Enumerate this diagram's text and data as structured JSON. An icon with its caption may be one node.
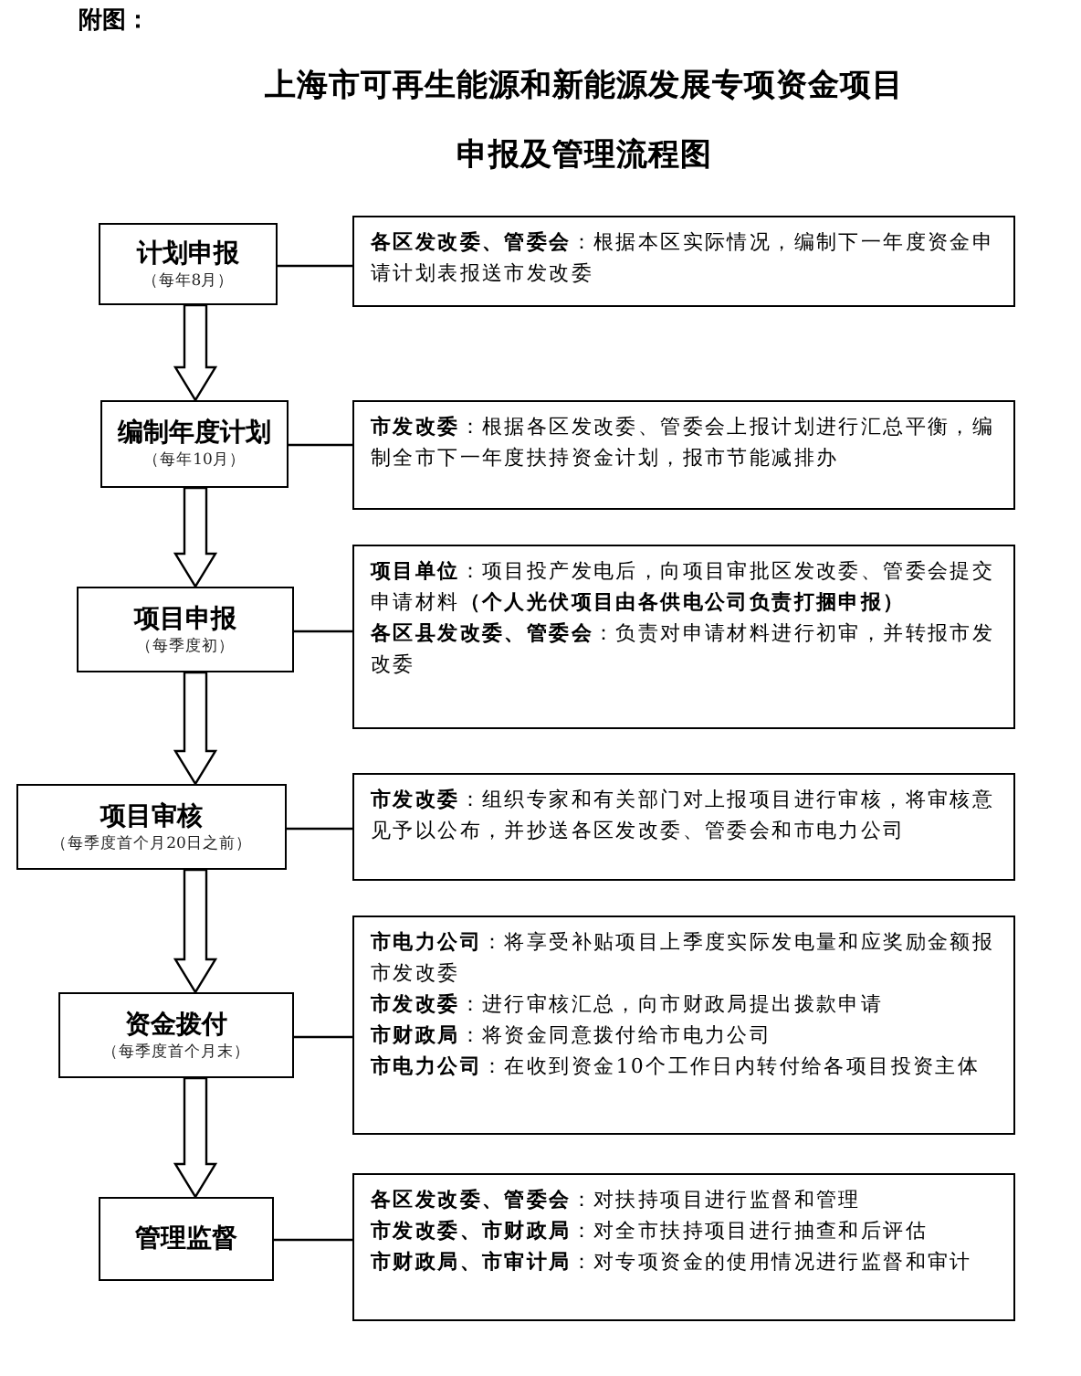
{
  "diagram": {
    "title": "上海市可再生能源和新能源发展专项资金项目申报及管理流程图",
    "nodes": [
      {
        "text": [
          "计划申报",
          "（每年8月）"
        ]
      },
      {
        "text": [
          "编制年度计划",
          "（每年10月）"
        ]
      },
      {
        "text": [
          "项目申报",
          "（每季度初）"
        ]
      },
      {
        "text": [
          "项目审核",
          "（每季度首个月20日之前）"
        ]
      },
      {
        "text": [
          "资金拨付",
          "（每季度首个月末）"
        ]
      },
      {
        "text": [
          "管理监督"
        ]
      },
      {
        "text": [
          "**各区发改委、管委会**：根据本区实际情况，编制下一年度资金申请计划表报送市发改委"
        ]
      },
      {
        "text": [
          "**市发改委**：根据各区发改委、管委会上报计划进行汇总平衡，编制全市下一年度扶持资金计划，报市节能减排办"
        ]
      },
      {
        "text": [
          "**项目单位**：项目投产发电后，向项目审批区发改委、管委会提交申请材料**（个人光伏项目由各供电公司负责打捆申报）**",
          "**各区县发改委、管委会**：负责对申请材料进行初审，并转报市发改委"
        ]
      },
      {
        "text": [
          "**市发改委**：组织专家和有关部门对上报项目进行审核，将审核意见予以公布，并抄送各区发改委、管委会和市电力公司"
        ]
      },
      {
        "text": [
          "**市电力公司**：将享受补贴项目上季度实际发电量和应奖励金额报市发改委",
          "**市发改委**：进行审核汇总，向市财政局提出拨款申请",
          "**市财政局**：将资金同意拨付给市电力公司",
          "**市电力公司**：在收到资金10个工作日内转付给各项目投资主体"
        ]
      },
      {
        "text": [
          "**各区发改委、管委会**：对扶持项目进行监督和管理",
          "**市发改委、市财政局**：对全市扶持项目进行抽查和后评估",
          "**市财政局、市审计局**：对专项资金的使用情况进行监督和审计"
        ]
      }
    ],
    "edges": [
      {
        "from": 0,
        "to": 1,
        "arrow": "to"
      },
      {
        "from": 1,
        "to": 2,
        "arrow": "to"
      },
      {
        "from": 2,
        "to": 3,
        "arrow": "to"
      },
      {
        "from": 3,
        "to": 4,
        "arrow": "to"
      },
      {
        "from": 4,
        "to": 5,
        "arrow": "to"
      },
      {
        "from": 0,
        "to": 6,
        "arrow": "none"
      },
      {
        "from": 1,
        "to": 7,
        "arrow": "none"
      },
      {
        "from": 2,
        "to": 8,
        "arrow": "none"
      },
      {
        "from": 3,
        "to": 9,
        "arrow": "none"
      },
      {
        "from": 4,
        "to": 10,
        "arrow": "none"
      },
      {
        "from": 5,
        "to": 11,
        "arrow": "none"
      }
    ],
    "labels": [
      "附图："
    ]
  }
}
